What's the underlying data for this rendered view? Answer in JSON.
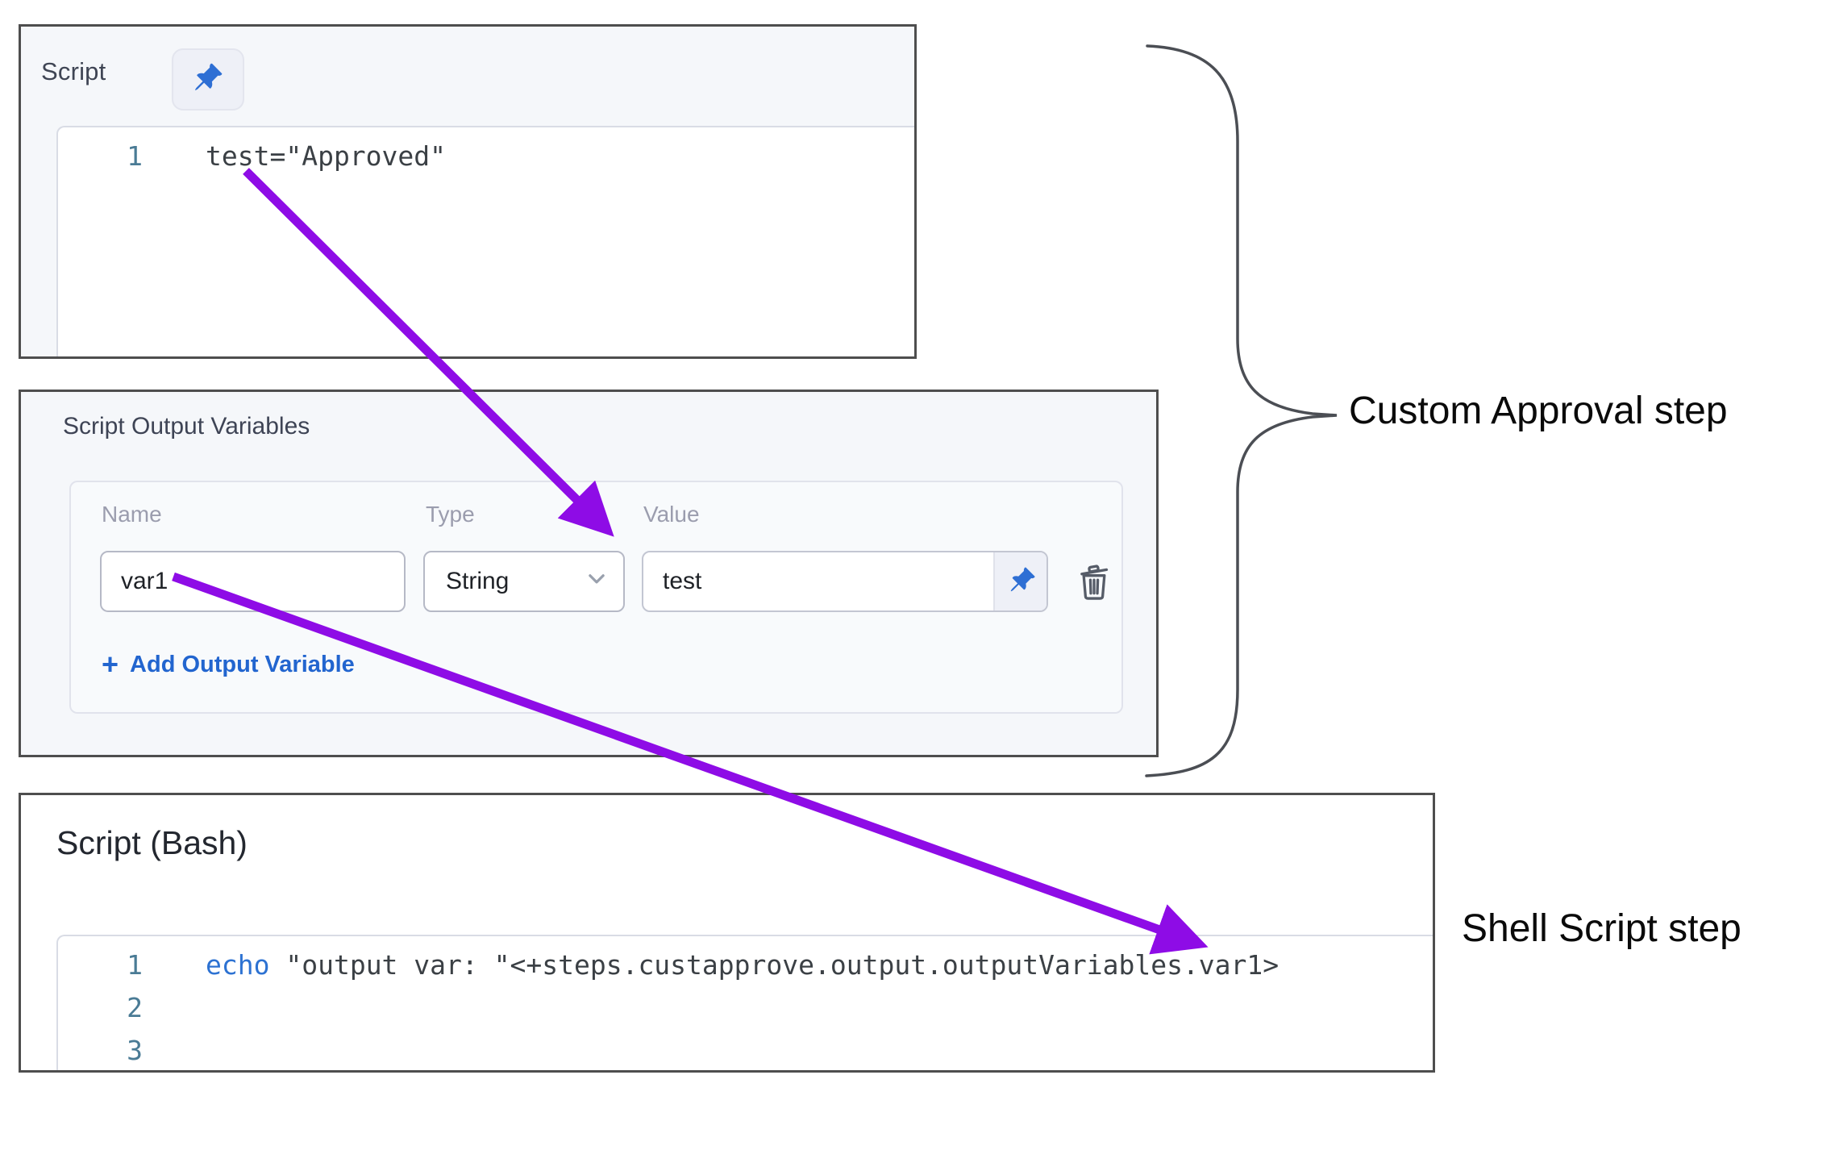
{
  "colors": {
    "accent_purple": "#8e0ce6",
    "link_blue": "#2265cf",
    "pin_blue": "#2e6fd4",
    "panel_border": "#4e4e4e",
    "line_number": "#4a7b95",
    "keyword_blue": "#2d72d2"
  },
  "script_panel": {
    "title": "Script",
    "lines": [
      {
        "num": "1",
        "code": "test=\"Approved\""
      }
    ]
  },
  "variables_panel": {
    "title": "Script Output Variables",
    "columns": {
      "name": "Name",
      "type": "Type",
      "value": "Value"
    },
    "row": {
      "name": "var1",
      "type": "String",
      "value": "test"
    },
    "add_button": {
      "plus": "+",
      "label": "Add Output Variable"
    }
  },
  "shell_panel": {
    "title": "Script (Bash)",
    "lines": [
      {
        "num": "1",
        "keyword": "echo",
        "rest": " \"output var: \"<+steps.custapprove.output.outputVariables.var1>"
      },
      {
        "num": "2",
        "keyword": "",
        "rest": ""
      },
      {
        "num": "3",
        "keyword": "",
        "rest": ""
      }
    ]
  },
  "annotations": {
    "approval_label": "Custom Approval step",
    "shell_label": "Shell Script step"
  }
}
